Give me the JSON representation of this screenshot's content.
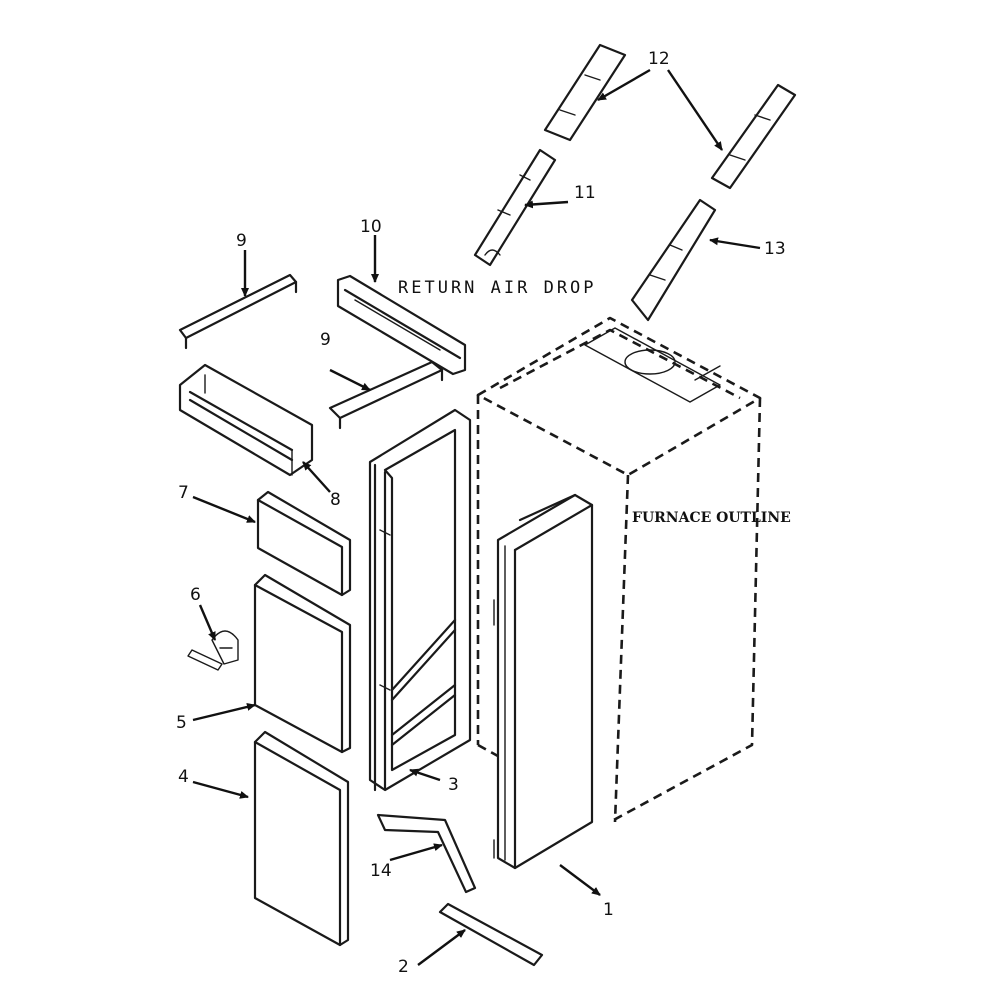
{
  "diagram": {
    "return_air_label": "RETURN AIR DROP",
    "furnace_label": "FURNACE OUTLINE",
    "callouts": {
      "c1": "1",
      "c2": "2",
      "c3": "3",
      "c4": "4",
      "c5": "5",
      "c6": "6",
      "c7": "7",
      "c8": "8",
      "c9a": "9",
      "c9b": "9",
      "c10": "10",
      "c11": "11",
      "c12": "12",
      "c13": "13",
      "c14": "14"
    }
  }
}
